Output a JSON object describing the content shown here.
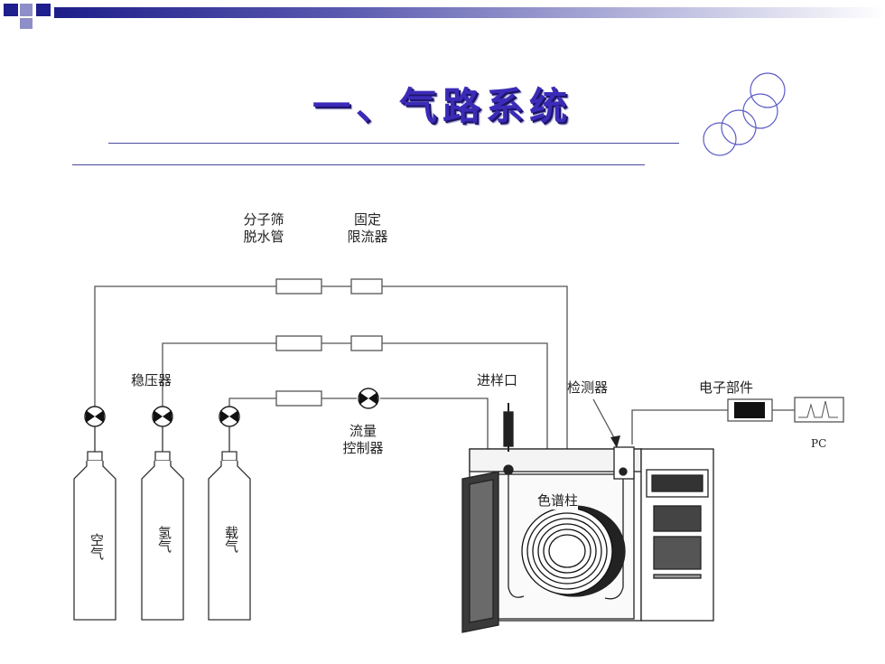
{
  "slide": {
    "title": "一、气路系统",
    "colors": {
      "title": "#3b2bb8",
      "accent": "#3a3aa8",
      "line": "#555555"
    }
  },
  "diagram": {
    "labels": {
      "sieve": "分子筛\n脱水管",
      "restrictor": "固定\n限流器",
      "regulator": "稳压器",
      "injector": "进样口",
      "detector": "检测器",
      "electronics": "电子部件",
      "flow_controller": "流量\n控制器",
      "column": "色谱柱",
      "pc": "PC"
    },
    "cylinders": [
      {
        "name": "空气"
      },
      {
        "name": "氢气"
      },
      {
        "name": "载气"
      }
    ]
  }
}
